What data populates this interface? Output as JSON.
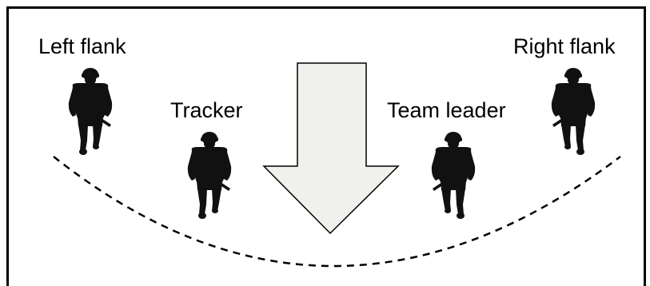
{
  "figure": {
    "labels": {
      "left_flank": "Left flank",
      "tracker": "Tracker",
      "team_leader": "Team leader",
      "right_flank": "Right flank"
    },
    "colors": {
      "arrow_fill": "#f0f0ed",
      "stroke": "#000000",
      "silhouette": "#111111"
    },
    "icons": [
      "soldier-icon",
      "direction-arrow",
      "dashed-arc"
    ]
  }
}
